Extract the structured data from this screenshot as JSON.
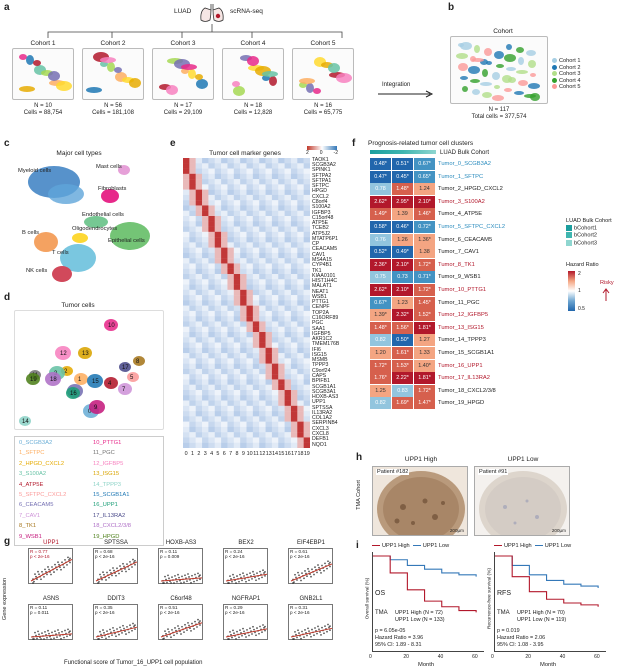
{
  "panels": {
    "a": "a",
    "b": "b",
    "c": "c",
    "d": "d",
    "e": "e",
    "f": "f",
    "g": "g",
    "h": "h",
    "i": "i"
  },
  "colors": {
    "red": "#b2182b",
    "blue": "#2166ac",
    "teal": "#1b9e9e",
    "cyan": "#2b8cbe"
  },
  "panel_a": {
    "luad": "LUAD",
    "scrna": "scRNA-seq",
    "cohorts": [
      {
        "title": "Cohort 1",
        "n": "N = 10",
        "cells": "Cells = 88,754"
      },
      {
        "title": "Cohort 2",
        "n": "N = 56",
        "cells": "Cells = 181,108"
      },
      {
        "title": "Cohort 3",
        "n": "N = 17",
        "cells": "Cells = 29,109"
      },
      {
        "title": "Cohort 4",
        "n": "N = 18",
        "cells": "Cells = 12,828"
      },
      {
        "title": "Cohort 5",
        "n": "N = 16",
        "cells": "Cells = 65,775"
      }
    ]
  },
  "panel_b": {
    "title": "Cohort",
    "integration": "Integration",
    "legend": [
      "Cohort 1",
      "Cohort 2",
      "Cohort 3",
      "Cohort 4",
      "Cohort 5"
    ],
    "legend_colors": [
      "#a6cee3",
      "#1f78b4",
      "#b2df8a",
      "#33a02c",
      "#fb9a99"
    ],
    "n": "N = 117",
    "cells": "Total cells = 377,574"
  },
  "panel_c": {
    "title": "Major cell types",
    "labels": [
      "Myeloid cells",
      "Mast cells",
      "Fibroblasts",
      "Endothelial cells",
      "B cells",
      "Oligodendrocytes",
      "Epithelial cells",
      "T cells",
      "NK cells"
    ]
  },
  "panel_d": {
    "title": "Tumor cells",
    "cluster_numbers": [
      "0",
      "1",
      "2",
      "3",
      "4",
      "5",
      "6",
      "7",
      "8",
      "9",
      "10",
      "11",
      "12",
      "13",
      "14",
      "15",
      "16",
      "17",
      "18",
      "19"
    ],
    "legend": [
      {
        "label": "0_SCGB3A2",
        "color": "#6baed6"
      },
      {
        "label": "10_PTTG1",
        "color": "#e7298a"
      },
      {
        "label": "1_SFTPC",
        "color": "#fdae61"
      },
      {
        "label": "11_PGC",
        "color": "#737373"
      },
      {
        "label": "2_HPGD_CXCL2",
        "color": "#e6ab02"
      },
      {
        "label": "12_IGFBP5",
        "color": "#f781bf"
      },
      {
        "label": "3_S100A2",
        "color": "#66c2a5"
      },
      {
        "label": "13_ISG15",
        "color": "#d9a400"
      },
      {
        "label": "4_ATP5E",
        "color": "#b2182b"
      },
      {
        "label": "14_TPPP3",
        "color": "#8dd3c7"
      },
      {
        "label": "5_SFTPC_CXCL2",
        "color": "#fb9a99"
      },
      {
        "label": "15_SCGB1A1",
        "color": "#1f78b4"
      },
      {
        "label": "6_CEACAM5",
        "color": "#7570b3"
      },
      {
        "label": "16_UPP1",
        "color": "#1b9e77"
      },
      {
        "label": "7_CAV1",
        "color": "#ce93d8"
      },
      {
        "label": "17_IL13RA2",
        "color": "#4a4a8a"
      },
      {
        "label": "8_TK1",
        "color": "#a6761d"
      },
      {
        "label": "18_CXCL2/3/8",
        "color": "#ae6fc6"
      },
      {
        "label": "9_WSB1",
        "color": "#c51b7d"
      },
      {
        "label": "19_HPGD",
        "color": "#4d7f1a"
      }
    ]
  },
  "panel_e": {
    "title": "Tumor cell marker genes",
    "scale": [
      "2",
      "0",
      "-2"
    ],
    "genes": [
      "TAOK1",
      "SCGB3A2",
      "SPINK1",
      "SFTPA2",
      "SFTPA1",
      "SFTPC",
      "HPGD",
      "CXCL2",
      "C8orf4",
      "S100A2",
      "IGFBP3",
      "C15orf48",
      "ATP5E",
      "TCEB2",
      "ATP5J2",
      "MTATP6P1",
      "CP",
      "CEACAM5",
      "CAV1",
      "MS4A15",
      "CYP4B1",
      "TK1",
      "KIAA0101",
      "HIST1H4C",
      "MALAT1",
      "NEAT1",
      "WSB1",
      "PTTG1",
      "CENPF",
      "TOP2A",
      "C16ORF89",
      "PGC",
      "SAA1",
      "IGFBP5",
      "AKR1C2",
      "TMEM176B",
      "IFI6",
      "ISG15",
      "MSMB",
      "TPPP3",
      "C9orf24",
      "CAPS",
      "BPIFB1",
      "SCGB1A1",
      "SCGB3A1",
      "HOXB-AS3",
      "UPP1",
      "SPTSSA",
      "IL13RA2",
      "COL1A2",
      "SERPINB4",
      "CXCL3",
      "CXCL8",
      "DEFB1",
      "NQO1"
    ],
    "columns": [
      "0",
      "1",
      "2",
      "3",
      "4",
      "5",
      "6",
      "7",
      "8",
      "9",
      "10",
      "11",
      "12",
      "13",
      "14",
      "15",
      "16",
      "17",
      "18",
      "19"
    ]
  },
  "panel_f": {
    "title": "Prognosis-related tumor cell clusters",
    "header": "LUAD Bulk Cohort",
    "legend_title": "LUAD Bulk Cohort",
    "legend": [
      "bCohort1",
      "bCohort2",
      "bCohort3"
    ],
    "legend_colors": [
      "#1b9e9e",
      "#3fb6b0",
      "#8fd6d0"
    ],
    "hr_title": "Hazard Ratio",
    "hr_ticks": [
      "2",
      "1",
      "0.5"
    ],
    "risky": "Risky",
    "rows": [
      {
        "label": "Tumor_0_SCGB3A2",
        "vals": [
          "0.48*",
          "0.51*",
          "0.67*"
        ],
        "tone": "blue"
      },
      {
        "label": "Tumor_1_SFTPC",
        "vals": [
          "0.47*",
          "0.45*",
          "0.65*"
        ],
        "tone": "blue"
      },
      {
        "label": "Tumor_2_HPGD_CXCL2",
        "vals": [
          "0.78",
          "1.48*",
          "1.24"
        ],
        "tone": "none"
      },
      {
        "label": "Tumor_3_S100A2",
        "vals": [
          "2.62*",
          "2.95*",
          "2.10*"
        ],
        "tone": "red"
      },
      {
        "label": "Tumor_4_ATP5E",
        "vals": [
          "1.49*",
          "1.39",
          "1.46*"
        ],
        "tone": "none"
      },
      {
        "label": "Tumor_5_SFTPC_CXCL2",
        "vals": [
          "0.58*",
          "0.46*",
          "0.72*"
        ],
        "tone": "blue"
      },
      {
        "label": "Tumor_6_CEACAM5",
        "vals": [
          "0.76",
          "1.26",
          "1.36*"
        ],
        "tone": "none"
      },
      {
        "label": "Tumor_7_CAV1",
        "vals": [
          "0.52*",
          "0.49*",
          "1.38"
        ],
        "tone": "none"
      },
      {
        "label": "Tumor_8_TK1",
        "vals": [
          "2.36*",
          "2.10*",
          "1.72*"
        ],
        "tone": "red"
      },
      {
        "label": "Tumor_9_WSB1",
        "vals": [
          "0.75",
          "0.73",
          "0.71*"
        ],
        "tone": "none"
      },
      {
        "label": "Tumor_10_PTTG1",
        "vals": [
          "2.62*",
          "2.10*",
          "1.72*"
        ],
        "tone": "red"
      },
      {
        "label": "Tumor_11_PGC",
        "vals": [
          "0.67*",
          "1.23",
          "1.45*"
        ],
        "tone": "none"
      },
      {
        "label": "Tumor_12_IGFBP5",
        "vals": [
          "1.39*",
          "2.32*",
          "1.52*"
        ],
        "tone": "red"
      },
      {
        "label": "Tumor_13_ISG15",
        "vals": [
          "1.48*",
          "1.56*",
          "1.81*"
        ],
        "tone": "red"
      },
      {
        "label": "Tumor_14_TPPP3",
        "vals": [
          "0.82",
          "0.50*",
          "1.27"
        ],
        "tone": "none"
      },
      {
        "label": "Tumor_15_SCGB1A1",
        "vals": [
          "1.20",
          "1.61*",
          "1.33"
        ],
        "tone": "none"
      },
      {
        "label": "Tumor_16_UPP1",
        "vals": [
          "1.72*",
          "1.53*",
          "1.40*"
        ],
        "tone": "red"
      },
      {
        "label": "Tumor_17_IL13RA2",
        "vals": [
          "1.76*",
          "2.22*",
          "1.81*"
        ],
        "tone": "red"
      },
      {
        "label": "Tumor_18_CXCL2/3/8",
        "vals": [
          "1.25",
          "0.83",
          "1.72*"
        ],
        "tone": "none"
      },
      {
        "label": "Tumor_19_HPGD",
        "vals": [
          "0.82",
          "1.69*",
          "1.47*"
        ],
        "tone": "none"
      }
    ]
  },
  "panel_g": {
    "ylabel": "Gene expression",
    "xlabel": "Functional score of Tumor_16_UPP1 cell population",
    "ticks": [
      "0.25",
      "0.50",
      "0.75",
      "1.00"
    ],
    "plots": [
      {
        "gene": "UPP1",
        "r": "R = 0.77",
        "p": "p < 2e-16"
      },
      {
        "gene": "SPTSSA",
        "r": "R = 0.68",
        "p": "p < 2e-16"
      },
      {
        "gene": "HOXB-AS3",
        "r": "R = 0.11",
        "p": "p = 0.009"
      },
      {
        "gene": "BEX2",
        "r": "R = 0.24",
        "p": "p < 2e-16"
      },
      {
        "gene": "EIF4EBP1",
        "r": "R = 0.61",
        "p": "p < 2e-16"
      },
      {
        "gene": "ASNS",
        "r": "R = 0.11",
        "p": "p = 0.011"
      },
      {
        "gene": "DDIT3",
        "r": "R = 0.35",
        "p": "p < 2e-16"
      },
      {
        "gene": "C6orf48",
        "r": "R = 0.51",
        "p": "p < 2e-16"
      },
      {
        "gene": "NGFRAP1",
        "r": "R = 0.29",
        "p": "p < 2e-16"
      },
      {
        "gene": "GNB2L1",
        "r": "R = 0.31",
        "p": "p < 2e-16"
      }
    ]
  },
  "panel_h": {
    "left": "UPP1 High",
    "right": "UPP1 Low",
    "patient_left": "Patient #182",
    "patient_right": "Patient #91",
    "side": "TMA Cohort",
    "scale": "200µm"
  },
  "panel_i": {
    "legend_high": "UPP1 High",
    "legend_low": "UPP1 Low",
    "xlabel": "Month",
    "os": {
      "label": "OS",
      "cohort": "TMA",
      "high_n": "UPP1 High (N = 72)",
      "low_n": "UPP1 Low (N = 133)",
      "p": "p = 6.05e-05",
      "hr": "Hazard Ratio = 3.96",
      "ci": "95% CI: 1.89 - 8.31",
      "ylabel": "Overall survival (%)"
    },
    "rfs": {
      "label": "RFS",
      "cohort": "TMA",
      "high_n": "UPP1 High (N = 70)",
      "low_n": "UPP1 Low (N = 119)",
      "p": "p = 0.019",
      "hr": "Hazard Ratio = 2.06",
      "ci": "95% CI: 1.08 - 3.95",
      "ylabel": "Recurrence-free survival (%)"
    },
    "xticks": [
      "0",
      "20",
      "40",
      "60"
    ]
  }
}
